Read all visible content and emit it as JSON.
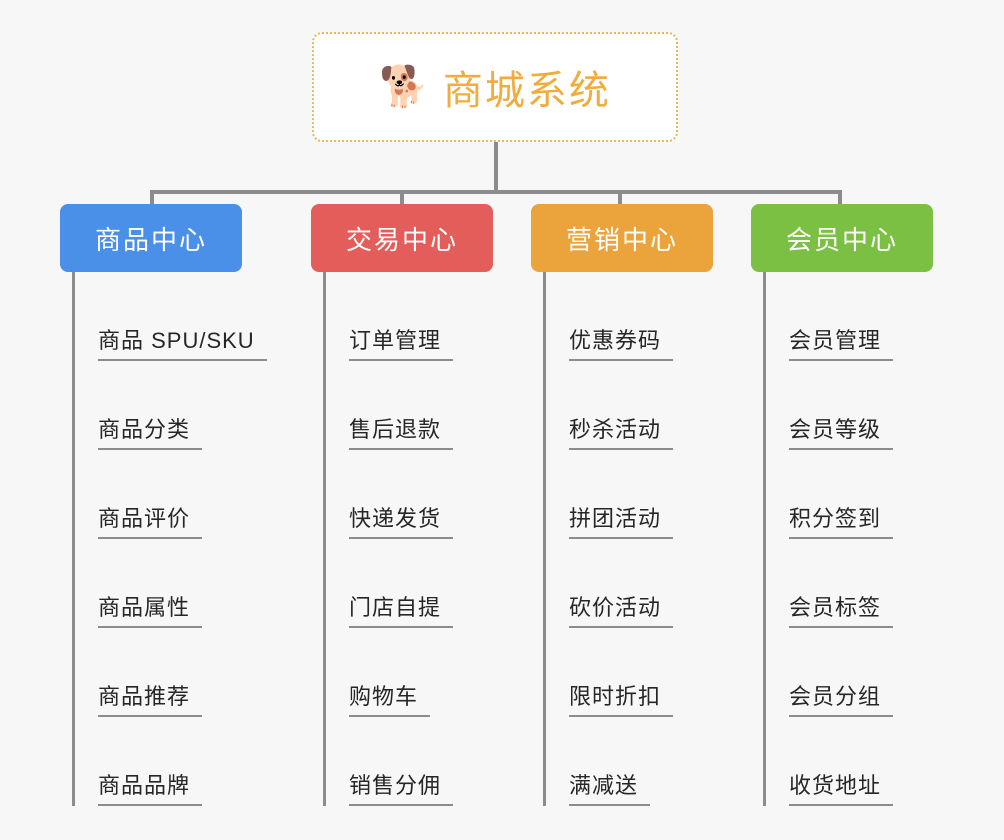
{
  "page": {
    "background_color": "#f7f7f7",
    "type": "mindmap"
  },
  "root": {
    "title": "商城系统",
    "emoji": "🐕",
    "emoji_name": "shiba-inu-dog-face",
    "border_color": "#eab74f",
    "text_color": "#f0ad3e",
    "background_color": "#ffffff"
  },
  "connector_color": "#8c8c8c",
  "columns": [
    {
      "title": "商品中心",
      "color": "#4a90e8",
      "items": [
        "商品 SPU/SKU",
        "商品分类",
        "商品评价",
        "商品属性",
        "商品推荐",
        "商品品牌"
      ]
    },
    {
      "title": "交易中心",
      "color": "#e35d5b",
      "items": [
        "订单管理",
        "售后退款",
        "快递发货",
        "门店自提",
        "购物车",
        "销售分佣"
      ]
    },
    {
      "title": "营销中心",
      "color": "#eba43c",
      "items": [
        "优惠券码",
        "秒杀活动",
        "拼团活动",
        "砍价活动",
        "限时折扣",
        "满减送"
      ]
    },
    {
      "title": "会员中心",
      "color": "#7cc043",
      "items": [
        "会员管理",
        "会员等级",
        "积分签到",
        "会员标签",
        "会员分组",
        "收货地址"
      ]
    }
  ]
}
